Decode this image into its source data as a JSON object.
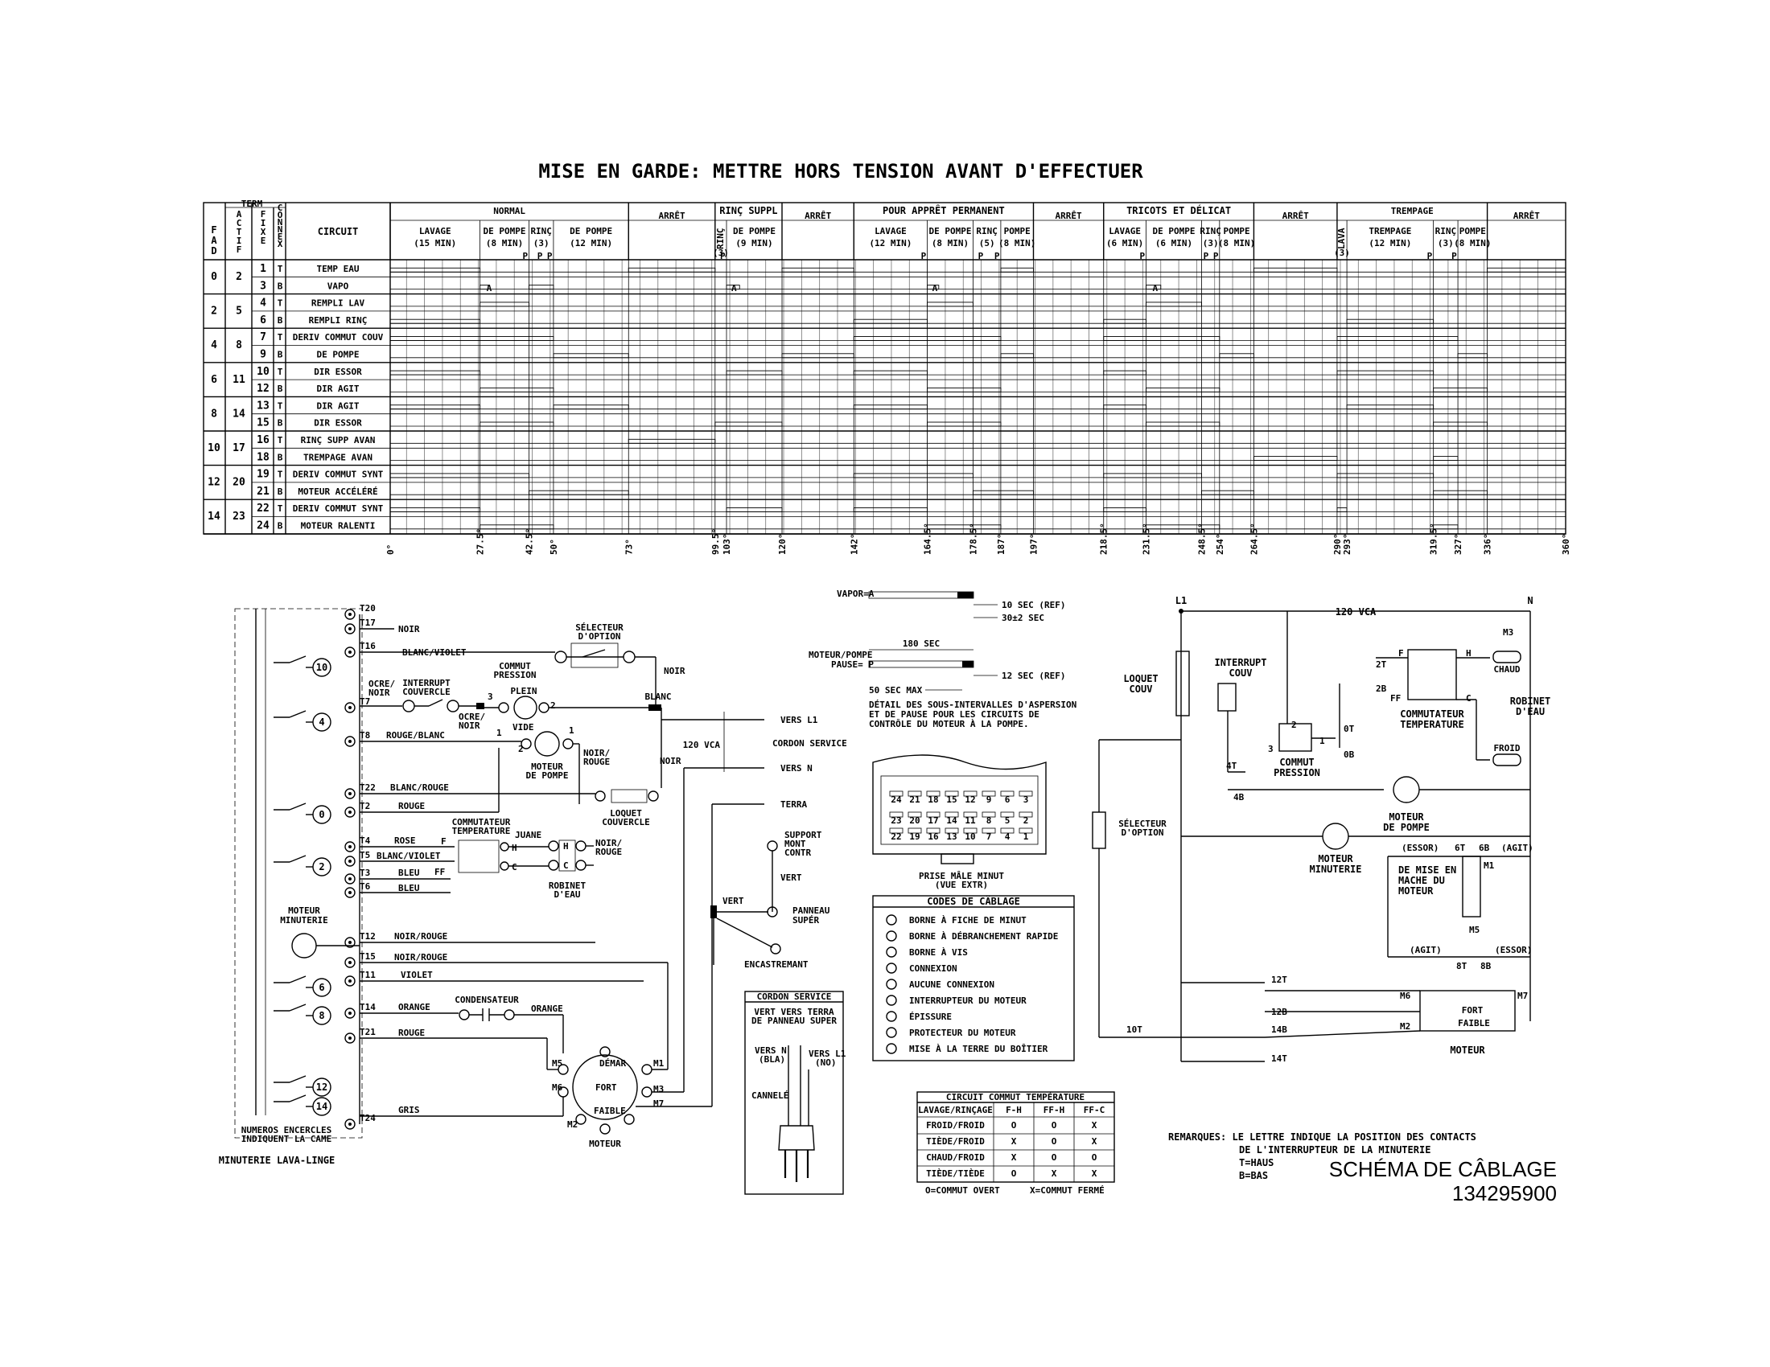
{
  "title": "MISE EN GARDE: METTRE HORS TENSION AVANT D'EFFECTUER",
  "table": {
    "head": {
      "fad": "F A D",
      "term": "TERM",
      "actif": "A C T I F",
      "fixe": "F I X E",
      "connex": "C O N N E X",
      "circuit": "CIRCUIT"
    },
    "groups": [
      {
        "label": "NORMAL"
      },
      {
        "label": "ARRÊT"
      },
      {
        "label": "RINÇ SUPPL"
      },
      {
        "label": "ARRÊT"
      },
      {
        "label": "POUR APPRÊT PERMANENT"
      },
      {
        "label": "ARRÊT"
      },
      {
        "label": "TRICOTS ET DÉLICAT"
      },
      {
        "label": "ARRÊT"
      },
      {
        "label": "TREMPAGE"
      },
      {
        "label": "ARRÊT"
      }
    ],
    "subheads": [
      {
        "l1": "LAVAGE",
        "l2": "(15 MIN)"
      },
      {
        "l1": "DE POMPE",
        "l2": "(8 MIN)"
      },
      {
        "l1": "RINÇ",
        "l2": "(3)"
      },
      {
        "l1": "DE POMPE",
        "l2": "(12 MIN)"
      },
      {
        "l1": "RINÇ",
        "l2": "(3)"
      },
      {
        "l1": "DE POMPE",
        "l2": "(9 MIN)"
      },
      {
        "l1": "LAVAGE",
        "l2": "(12 MIN)"
      },
      {
        "l1": "DE POMPE",
        "l2": "(8 MIN)"
      },
      {
        "l1": "RINÇ",
        "l2": "(5)"
      },
      {
        "l1": "POMPE",
        "l2": "(8 MIN)"
      },
      {
        "l1": "LAVAGE",
        "l2": "(6 MIN)"
      },
      {
        "l1": "DE POMPE",
        "l2": "(6 MIN)"
      },
      {
        "l1": "RINÇ",
        "l2": "(3)"
      },
      {
        "l1": "POMPE",
        "l2": "(8 MIN)"
      },
      {
        "l1": "LAVA",
        "l2": "(3)"
      },
      {
        "l1": "TREMPAGE",
        "l2": "(12 MIN)"
      },
      {
        "l1": "RINÇ",
        "l2": "(3)"
      },
      {
        "l1": "POMPE",
        "l2": "(8 MIN)"
      }
    ],
    "rows": [
      {
        "fad": "0",
        "actif": "2",
        "fixe": "1",
        "connex": "T",
        "circuit": "TEMP EAU"
      },
      {
        "fixe": "3",
        "connex": "B",
        "circuit": "VAPO"
      },
      {
        "fad": "2",
        "actif": "5",
        "fixe": "4",
        "connex": "T",
        "circuit": "REMPLI LAV"
      },
      {
        "fixe": "6",
        "connex": "B",
        "circuit": "REMPLI RINÇ"
      },
      {
        "fad": "4",
        "actif": "8",
        "fixe": "7",
        "connex": "T",
        "circuit": "DERIV COMMUT COUV"
      },
      {
        "fixe": "9",
        "connex": "B",
        "circuit": "DE POMPE"
      },
      {
        "fad": "6",
        "actif": "11",
        "fixe": "10",
        "connex": "T",
        "circuit": "DIR ESSOR"
      },
      {
        "fixe": "12",
        "connex": "B",
        "circuit": "DIR AGIT"
      },
      {
        "fad": "8",
        "actif": "14",
        "fixe": "13",
        "connex": "T",
        "circuit": "DIR AGIT"
      },
      {
        "fixe": "15",
        "connex": "B",
        "circuit": "DIR ESSOR"
      },
      {
        "fad": "10",
        "actif": "17",
        "fixe": "16",
        "connex": "T",
        "circuit": "RINÇ SUPP AVAN"
      },
      {
        "fixe": "18",
        "connex": "B",
        "circuit": "TREMPAGE AVAN"
      },
      {
        "fad": "12",
        "actif": "20",
        "fixe": "19",
        "connex": "T",
        "circuit": "DERIV COMMUT SYNT"
      },
      {
        "fixe": "21",
        "connex": "B",
        "circuit": "MOTEUR ACCÉLÉRÉ"
      },
      {
        "fad": "14",
        "actif": "23",
        "fixe": "22",
        "connex": "T",
        "circuit": "DERIV COMMUT SYNT"
      },
      {
        "fixe": "24",
        "connex": "B",
        "circuit": "MOTEUR RALENTI"
      }
    ],
    "degrees": [
      "0°",
      "27.5°",
      "42.5°",
      "50°",
      "73°",
      "99.5°",
      "103°",
      "120°",
      "142°",
      "164.5°",
      "178.5°",
      "187°",
      "197°",
      "218.5°",
      "231.5°",
      "248.5°",
      "254°",
      "264.5°",
      "290°",
      "293°",
      "319.5°",
      "327°",
      "336°",
      "360°"
    ],
    "marks": [
      "P",
      "A"
    ]
  },
  "left_schematic": {
    "terminals": [
      "T20",
      "T17",
      "T16",
      "T7",
      "T8",
      "T22",
      "T2",
      "T4",
      "T5",
      "T3",
      "T6",
      "T12",
      "T15",
      "T11",
      "T14",
      "T21",
      "T24"
    ],
    "wires": {
      "noir": "NOIR",
      "blanc_violet": "BLANC/VIOLET",
      "ocre_noir": "OCRE/ NOIR",
      "rouge_blanc": "ROUGE/BLANC",
      "blanc_rouge": "BLANC/ROUGE",
      "rouge": "ROUGE",
      "rose": "ROSE",
      "blanc_violet2": "BLANC/VIOLET",
      "bleu": "BLEU",
      "noir_rouge": "NOIR/ROUGE",
      "violet": "VIOLET",
      "orange": "ORANGE",
      "gris": "GRIS",
      "blanc": "BLANC",
      "juane": "JUANE",
      "noir_rouge2": "NOIR/ ROUGE"
    },
    "cams": [
      "10",
      "4",
      "0",
      "2",
      "6",
      "8",
      "12",
      "14"
    ],
    "labels": {
      "selecteur": "SÉLECTEUR D'OPTION",
      "interrupt_couv": "INTERRUPT COUVERCLE",
      "commut_pression": "COMMUT PRESSION",
      "plein": "PLEIN",
      "vide": "VIDE",
      "moteur_pompe": "MOTEUR DE POMPE",
      "loquet": "LOQUET COUVERCLE",
      "commut_temp": "COMMUTATEUR TEMPERATURE",
      "robinet": "ROBINET D'EAU",
      "moteur_minuterie": "MOTEUR MINUTERIE",
      "condensateur": "CONDENSATEUR",
      "moteur": "MOTEUR",
      "demar": "DÉMAR",
      "fort": "FORT",
      "faible": "FAIBLE",
      "numeros": "NUMEROS ENCERCLES INDIQUENT LA CAME",
      "minuterie": "MINUTERIE LAVA-LINGE",
      "vers_l1": "VERS L1",
      "vers_n": "VERS N",
      "terra": "TERRA",
      "vca": "120 VCA",
      "cordon": "CORDON SERVICE",
      "support": "SUPPORT MONT CONTR",
      "vert": "VERT",
      "panneau": "PANNEAU SUPÉR",
      "encastrement": "ENCASTREMANT"
    }
  },
  "timing": {
    "vapor": "VAPOR=A",
    "pompe": "MOTEUR/POMPE PAUSE= P",
    "sec10": "10 SEC (REF)",
    "sec30": "30±2 SEC",
    "sec180": "180 SEC",
    "sec12": "12 SEC (REF)",
    "sec50": "50 SEC MAX",
    "detail": "DÉTAIL DES SOUS-INTERVALLES D'ASPERSION ET DE PAUSE POUR LES CIRCUITS DE CONTRÔLE DU MOTEUR À LA POMPE."
  },
  "plug": {
    "caption": "PRISE MÂLE MINUT (VUE EXTR)",
    "top": [
      "24",
      "21",
      "18",
      "15",
      "12",
      "9",
      "6",
      "3"
    ],
    "mid": [
      "23",
      "20",
      "17",
      "14",
      "11",
      "8",
      "5",
      "2"
    ],
    "bot": [
      "22",
      "19",
      "16",
      "13",
      "10",
      "7",
      "4",
      "1"
    ]
  },
  "codes": {
    "title": "CODES DE CÂBLAGE",
    "items": [
      "BORNE À FICHE DE MINUT",
      "BORNE À DÉBRANCHEMENT RAPIDE",
      "BORNE À VIS",
      "CONNEXION",
      "AUCUNE CONNEXION",
      "INTERRUPTEUR DU MOTEUR",
      "ÉPISSURE",
      "PROTECTEUR DU MOTEUR",
      "MISE À LA TERRE DU BOÎTIER"
    ]
  },
  "cord": {
    "title": "CORDON SERVICE",
    "sub": "VERT VERS TERRA DE PANNEAU SUPER",
    "versn": "VERS N (BLA)",
    "versl1": "VERS L1 (NO)",
    "cannele": "CANNELÉ"
  },
  "temp_table": {
    "title": "CIRCUIT COMMUT TEMPÉRATURE",
    "headers": [
      "LAVAGE/RINÇAGE",
      "F-H",
      "FF-H",
      "FF-C"
    ],
    "rows": [
      [
        "FROID/FROID",
        "O",
        "O",
        "X"
      ],
      [
        "TIÈDE/FROID",
        "X",
        "O",
        "X"
      ],
      [
        "CHAUD/FROID",
        "X",
        "O",
        "O"
      ],
      [
        "TIÈDE/TIÈDE",
        "O",
        "X",
        "X"
      ]
    ],
    "legend_o": "O=COMMUT OVERT",
    "legend_x": "X=COMMUT FERMÉ"
  },
  "right_schematic": {
    "l1": "L1",
    "n": "N",
    "vca": "120 VCA",
    "loquet": "LOQUET COUV",
    "interrupt": "INTERRUPT COUV",
    "commut_pression": "COMMUT PRESSION",
    "commut_temp": "COMMUTATEUR TEMPERATURE",
    "chaud": "CHAUD",
    "froid": "FROID",
    "robinet": "ROBINET D'EAU",
    "moteur_pompe": "MOTEUR DE POMPE",
    "selecteur": "SÉLECTEUR D'OPTION",
    "moteur_minuterie": "MOTEUR MINUTERIE",
    "mise_marche": "DE MISE EN MACHE DU MOTEUR",
    "essor": "(ESSOR)",
    "agit": "(AGIT)",
    "moteur": "MOTEUR",
    "fort": "FORT",
    "faible": "FAIBLE",
    "term_labels": [
      "2T",
      "2B",
      "0T",
      "0B",
      "4T",
      "4B",
      "6T",
      "6B",
      "8T",
      "8B",
      "12T",
      "12B",
      "14B",
      "14T",
      "10T",
      "M1",
      "M2",
      "M3",
      "M5",
      "M6",
      "M7"
    ]
  },
  "remarks": {
    "l1": "REMARQUES: LE LETTRE INDIQUE LA POSITION DES CONTACTS",
    "l2": "DE L'INTERRUPTEUR DE LA MINUTERIE",
    "l3": "T=HAUS",
    "l4": "B=BAS"
  },
  "footer": {
    "title": "SCHÉMA DE CÂBLAGE",
    "number": "134295900"
  }
}
